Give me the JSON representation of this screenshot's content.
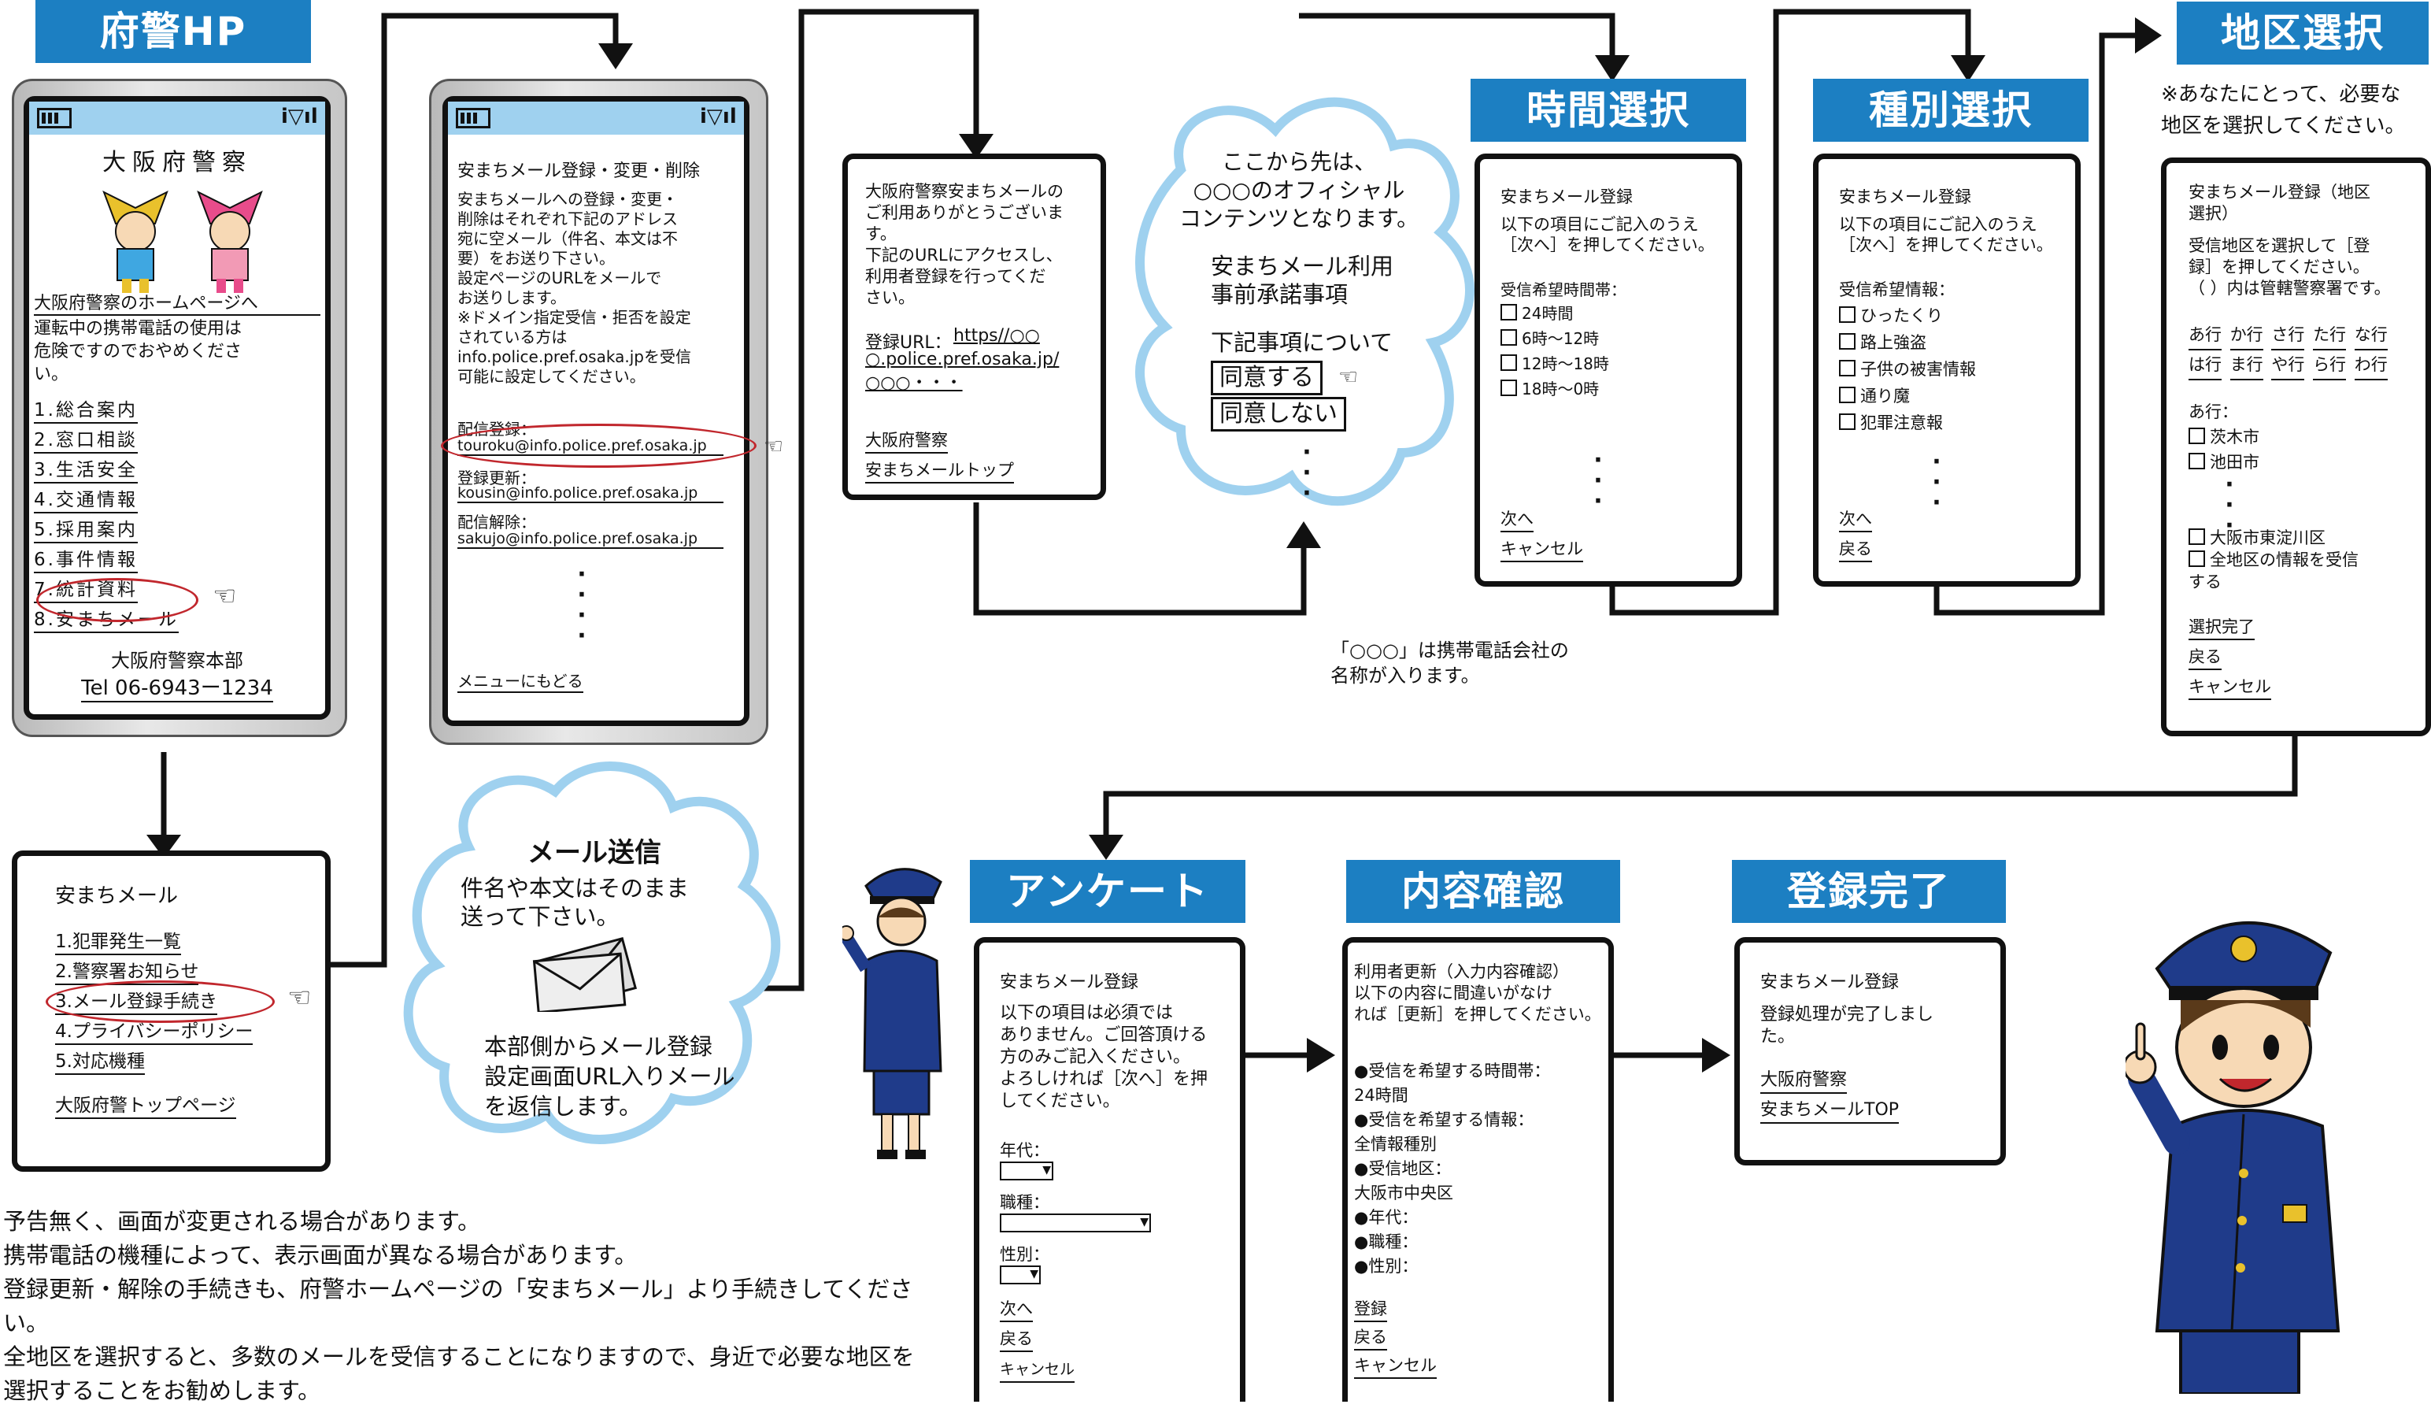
{
  "steps": {
    "fukei_hp": "府警HP",
    "time": "時間選択",
    "category": "種別選択",
    "district": "地区選択",
    "survey": "アンケート",
    "confirm": "内容確認",
    "complete": "登録完了"
  },
  "district_note": "※あなたにとって、必要な\n地区を選択してください。",
  "phone1": {
    "header": "大阪府警察",
    "home_link": "大阪府警察のホームページへ",
    "warning": "運転中の携帯電話の使用は\n危険ですのでおやめくださ\nい。",
    "menu": [
      "1.総合案内",
      "2.窓口相談",
      "3.生活安全",
      "4.交通情報",
      "5.採用案内",
      "6.事件情報",
      "7.統計資料",
      "8.安まちメール"
    ],
    "footer": "大阪府警察本部",
    "tel": "Tel 06-6943ー1234"
  },
  "menu_screen": {
    "title": "安まちメール",
    "items": [
      "1.犯罪発生一覧",
      "2.警察署お知らせ",
      "3.メール登録手続き",
      "4.プライバシーポリシー",
      "5.対応機種"
    ],
    "top_link": "大阪府警トップページ"
  },
  "phone2": {
    "title": "安まちメール登録・変更・削除",
    "body": "安まちメールへの登録・変更・\n削除はそれぞれ下記のアドレス\n宛に空メール（件名、本文は不\n要）をお送り下さい。\n設定ページのURLをメールで\nお送りします。\n※ドメイン指定受信・拒否を設定\nされている方は\ninfo.police.pref.osaka.jpを受信\n可能に設定してください。",
    "reg_label": "配信登録：",
    "reg_addr": "touroku@info.police.pref.osaka.jp",
    "upd_label": "登録更新：",
    "upd_addr": "kousin@info.police.pref.osaka.jp",
    "del_label": "配信解除：",
    "del_addr": "sakujo@info.police.pref.osaka.jp",
    "back": "メニューにもどる"
  },
  "mail_cloud": {
    "title": "メール送信",
    "line1": "件名や本文はそのまま\n送って下さい。",
    "line2": "本部側からメール登録\n設定画面URL入りメール\nを返信します。"
  },
  "thanks_screen": {
    "body": "大阪府警察安まちメールの\nご利用ありがとうございま\nす。\n下記のURLにアクセスし、\n利用者登録を行ってくだ\nさい。",
    "url_label": "登録URL：",
    "url": "https//○○\n○.police.pref.osaka.jp/\n○○○・・・",
    "link1": "大阪府警察",
    "link2": "安まちメールトップ"
  },
  "terms_cloud": {
    "line1": "ここから先は、\n○○○のオフィシャル\nコンテンツとなります。",
    "line2": "安まちメール利用\n事前承諾事項",
    "line3": "下記事項について",
    "agree": "同意する",
    "disagree": "同意しない"
  },
  "carrier_note": "「○○○」は携帯電話会社の\n名称が入ります。",
  "time_screen": {
    "title": "安まちメール登録",
    "body": "以下の項目にご記入のうえ\n［次へ］を押してください。",
    "label": "受信希望時間帯：",
    "options": [
      "24時間",
      "6時～12時",
      "12時～18時",
      "18時～0時"
    ],
    "next": "次へ",
    "cancel": "キャンセル"
  },
  "cat_screen": {
    "title": "安まちメール登録",
    "body": "以下の項目にご記入のうえ\n［次へ］を押してください。",
    "label": "受信希望情報：",
    "options": [
      "ひったくり",
      "路上強盗",
      "子供の被害情報",
      "通り魔",
      "犯罪注意報"
    ],
    "next": "次へ",
    "back": "戻る"
  },
  "dist_screen": {
    "title": "安まちメール登録（地区\n選択）",
    "body": "受信地区を選択して［登\n録］を押してください。\n（ ）内は管轄警察署です。",
    "rows": [
      [
        "あ行",
        "か行",
        "さ行",
        "た行",
        "な行"
      ],
      [
        "は行",
        "ま行",
        "や行",
        "ら行",
        "わ行"
      ]
    ],
    "group": "あ行：",
    "opts": [
      "茨木市",
      "池田市"
    ],
    "opts2": [
      "大阪市東淀川区",
      "全地区の情報を受信\nする"
    ],
    "done": "選択完了",
    "back": "戻る",
    "cancel": "キャンセル"
  },
  "survey_screen": {
    "title": "安まちメール登録",
    "body": "以下の項目は必須では\nありません。ご回答頂ける\n方のみご記入ください。\nよろしければ［次へ］を押\nしてください。",
    "f1": "年代：",
    "f2": "職種：",
    "f3": "性別：",
    "next": "次へ",
    "back": "戻る",
    "cancel": "キャンセル"
  },
  "confirm_screen": {
    "title": "利用者更新（入力内容確認）\n以下の内容に間違いがなけ\nれば［更新］を押してください。",
    "items": [
      "●受信を希望する時間帯：",
      "24時間",
      "●受信を希望する情報：",
      "全情報種別",
      "●受信地区：",
      "大阪市中央区",
      "●年代：",
      "●職種：",
      "●性別："
    ],
    "reg": "登録",
    "back": "戻る",
    "cancel": "キャンセル"
  },
  "done_screen": {
    "title": "安まちメール登録",
    "body": "登録処理が完了しまし\nた。",
    "link1": "大阪府警察",
    "link2": "安まちメールTOP"
  },
  "notes": "予告無く、画面が変更される場合があります。\n携帯電話の機種によって、表示画面が異なる場合があります。\n登録更新・解除の手続きも、府警ホームページの「安まちメール」より手続きしてください。\n全地区を選択すると、多数のメールを受信することになりますので、身近で必要な地区を\n選択することをお勧めします。",
  "colors": {
    "accent": "#1c7fc2",
    "cloud": "#9fd1ef",
    "oval": "#c1272d"
  }
}
